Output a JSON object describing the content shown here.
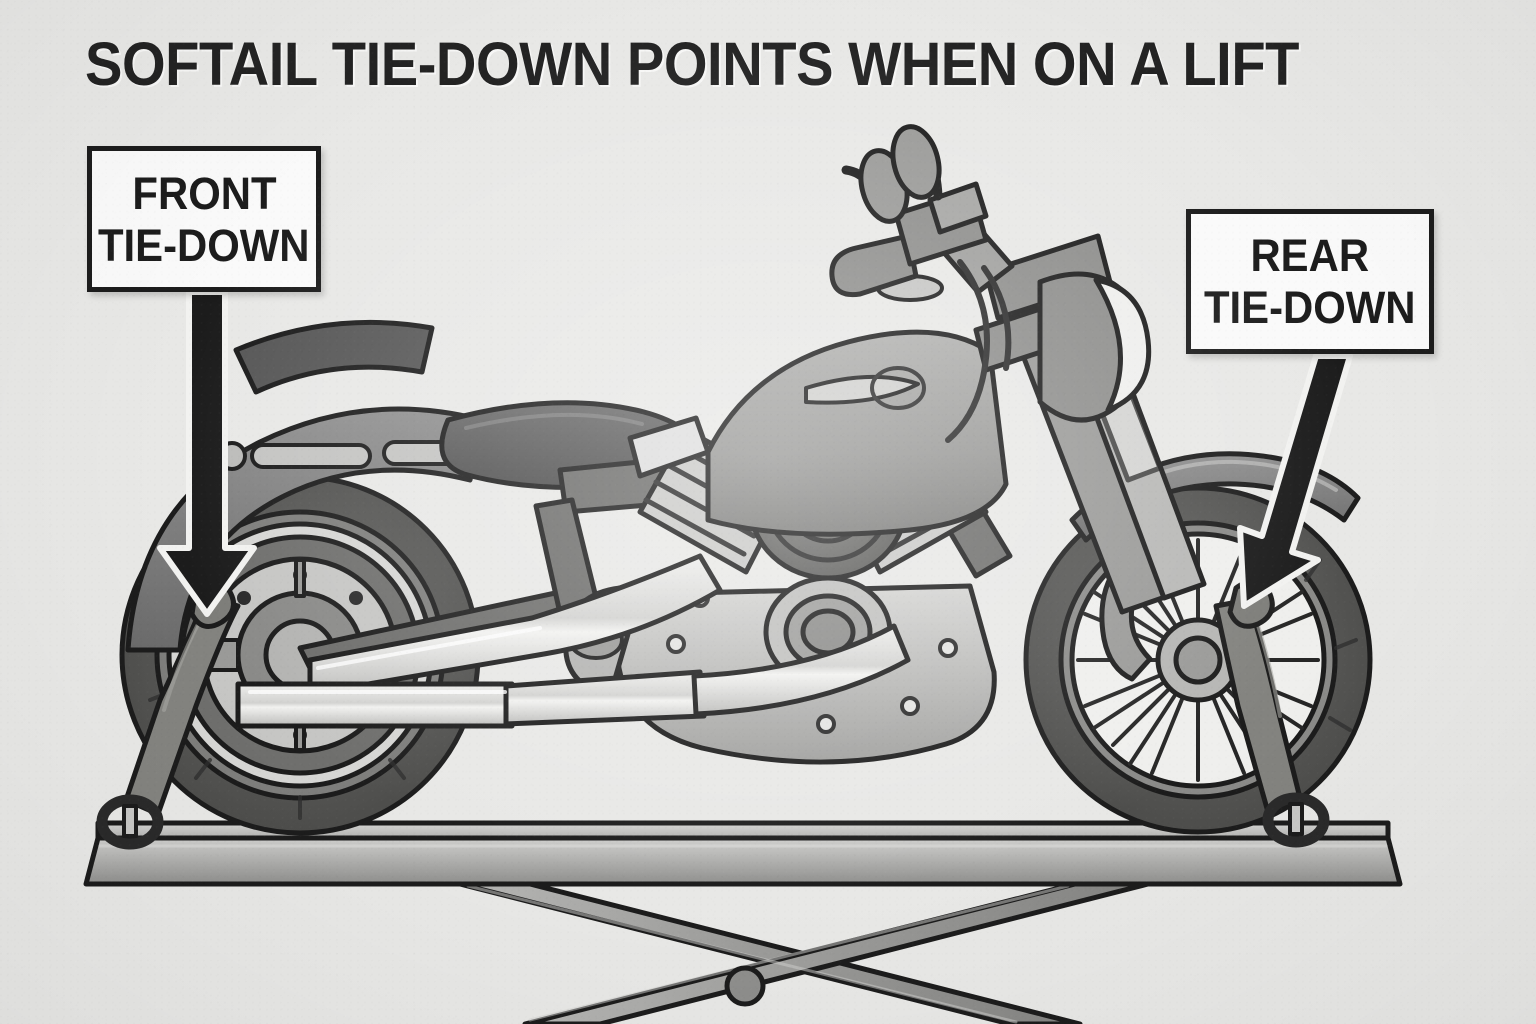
{
  "title": "SOFTAIL TIE-DOWN POINTS WHEN ON A LIFT",
  "callouts": [
    {
      "id": "front",
      "line1": "FRONT",
      "line2": "TIE-DOWN",
      "points_to": "rear-wheel-tie-down-anchor"
    },
    {
      "id": "rear",
      "line1": "REAR",
      "line2": "TIE-DOWN",
      "points_to": "front-wheel-tie-down-anchor"
    }
  ],
  "scene": {
    "subject": "Harley-Davidson Softail motorcycle, left side profile view",
    "support": "scissor-type motorcycle lift table",
    "tie_downs": 2,
    "anchor_hardware": "D-ring with chain link",
    "orientation": "motorcycle faces right"
  },
  "colors": {
    "background": "#e8e8e6",
    "ink": "#1c1c1c",
    "callout_fill": "#fafafa",
    "title_text": "#232323",
    "metal_light": "#d8d8d6",
    "metal_mid": "#a8a8a6",
    "metal_dark": "#6e6e6c",
    "tire_dark": "#555553",
    "chrome": "#e2e2e0"
  },
  "icons": {
    "arrow": "down-arrow-icon",
    "hook": "d-ring-hook-icon",
    "pivot": "pivot-bolt-icon"
  }
}
